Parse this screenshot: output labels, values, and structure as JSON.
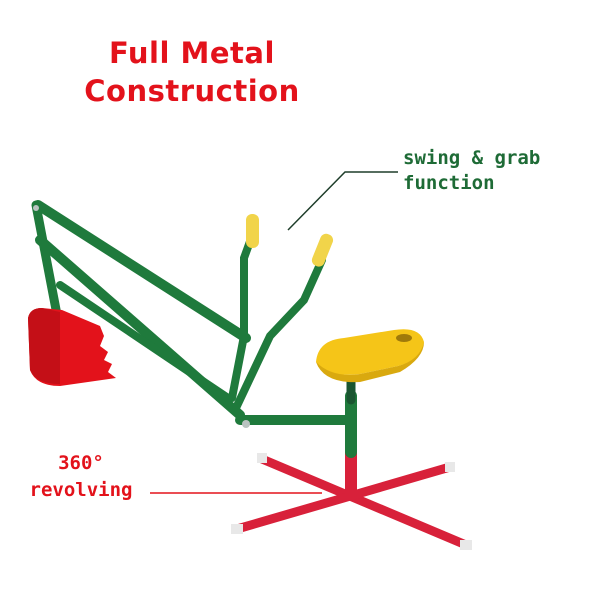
{
  "headline": {
    "line1": "Full Metal",
    "line2": "Construction"
  },
  "callouts": {
    "swing": {
      "line1": "swing & grab",
      "line2": "function"
    },
    "revolve": {
      "line1": "360°",
      "line2": "revolving"
    }
  },
  "colors": {
    "frame": "#1f7a3c",
    "base": "#d8213a",
    "bucket": "#e3121b",
    "seat": "#f5c518",
    "headline": "#e3121b",
    "callout_green": "#1e6b36"
  }
}
